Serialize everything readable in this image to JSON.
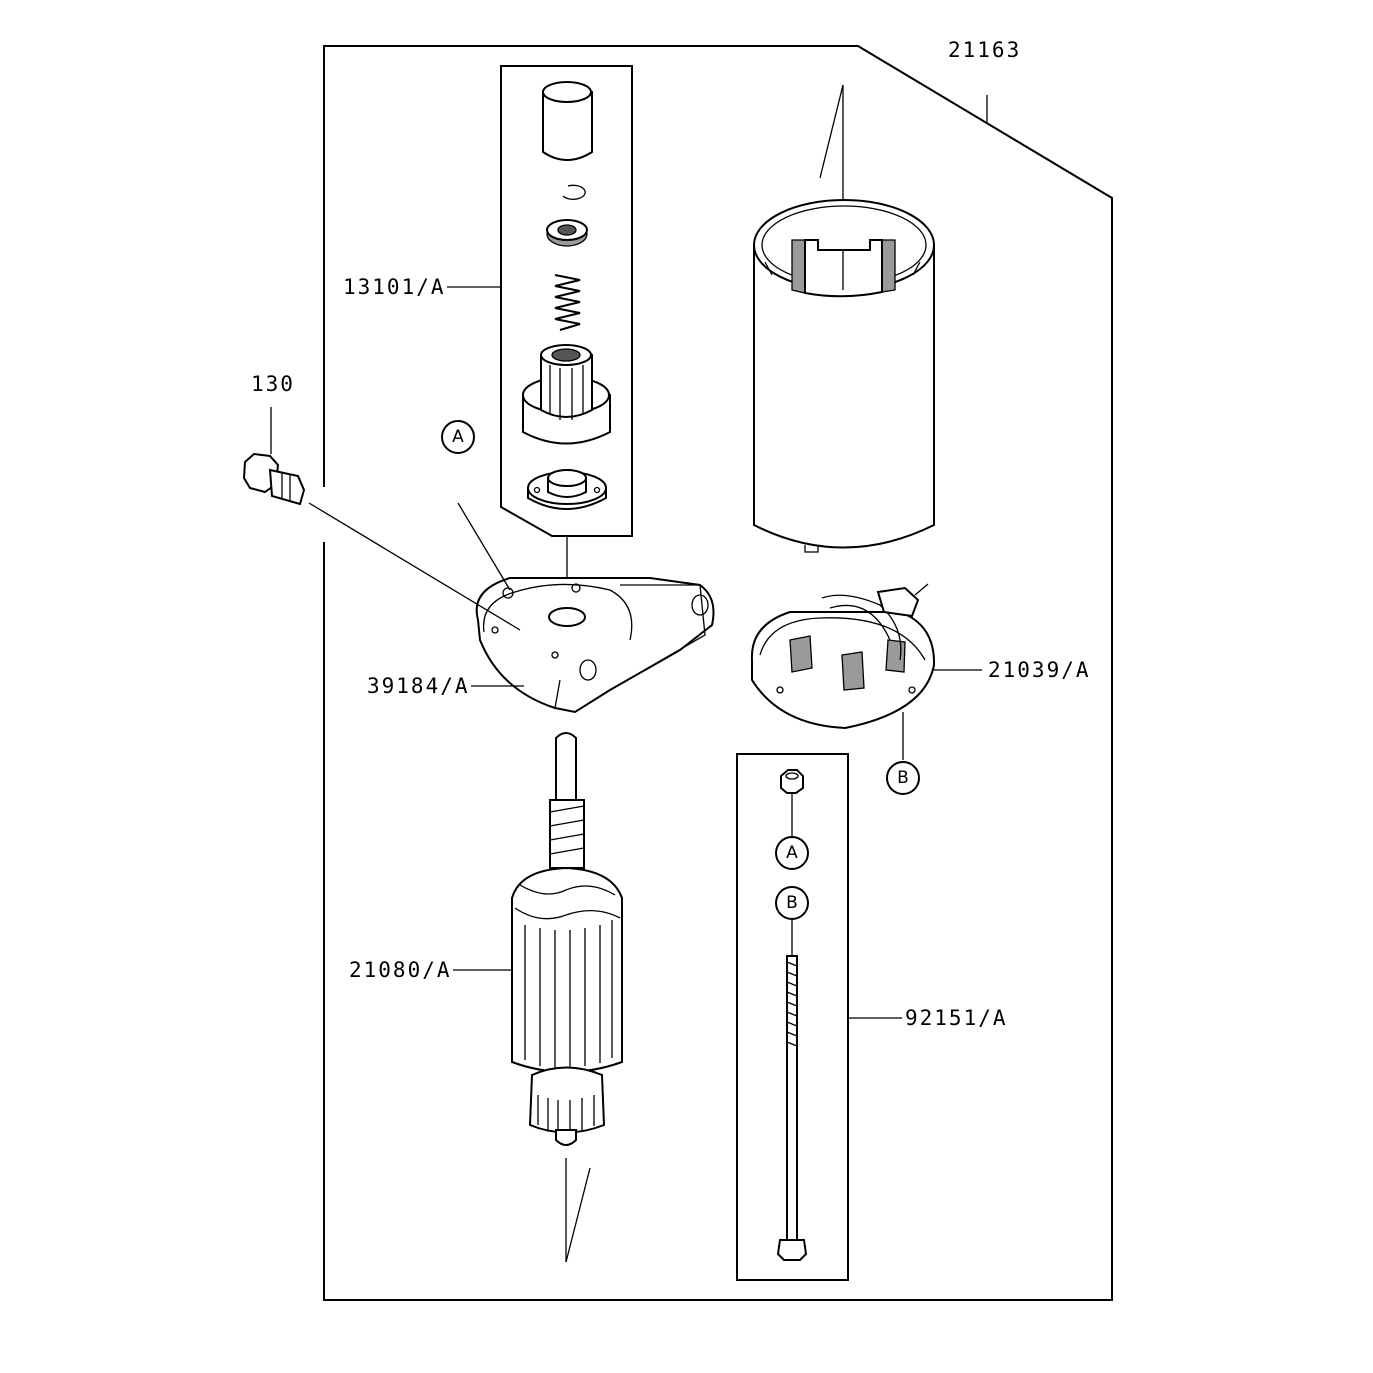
{
  "labels": {
    "assembly": "21163",
    "pinion_kit": "13101/A",
    "bolt": "130",
    "bracket": "39184/A",
    "brush_holder": "21039/A",
    "armature": "21080/A",
    "through_bolt_kit": "92151/A"
  },
  "refs": {
    "a1": "A",
    "b1": "B",
    "a2": "A",
    "b2": "B"
  }
}
